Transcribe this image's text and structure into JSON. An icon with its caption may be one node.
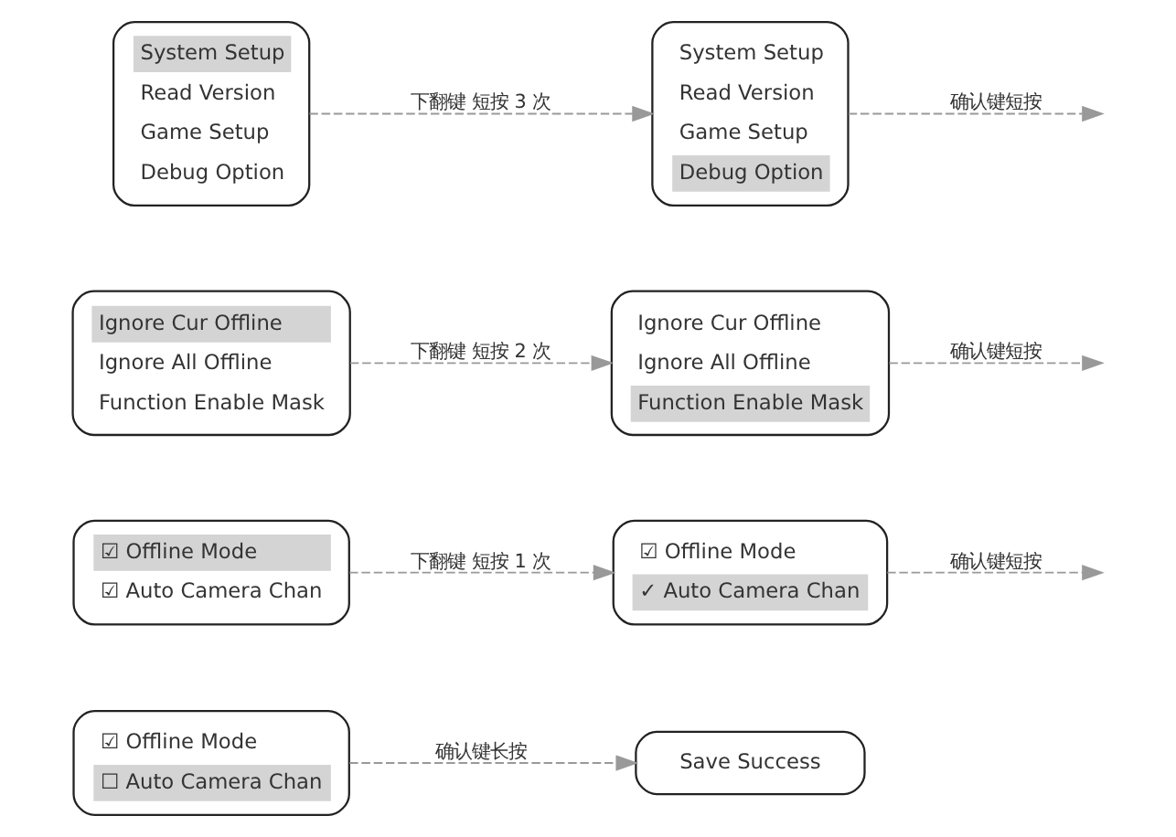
{
  "diagram": {
    "nodes": [
      {
        "text": [
          "System Setup",
          "Read Version",
          "Game Setup",
          "Debug Option"
        ]
      },
      {
        "text": [
          "System Setup",
          "Read Version",
          "Game Setup",
          "Debug Option"
        ]
      },
      {
        "text": [
          "Ignore Cur Offline",
          "Ignore All Offline",
          "Function Enable Mask"
        ]
      },
      {
        "text": [
          "Ignore Cur Offline",
          "Ignore All Offline",
          "Function Enable Mask"
        ]
      },
      {
        "text": [
          "☑ Offline Mode",
          "☑ Auto Camera Chan"
        ]
      },
      {
        "text": [
          "☑ Offline Mode",
          "✓ Auto Camera Chan"
        ]
      },
      {
        "text": [
          "☑ Offline Mode",
          "☐ Auto Camera Chan"
        ]
      },
      {
        "text": [
          "Save Success"
        ]
      }
    ],
    "edges": [
      {
        "from": 0,
        "to": 1,
        "arrow": "to",
        "label": "下翻键 短按 3 次",
        "style": "dashed"
      },
      {
        "from": 1,
        "to": null,
        "arrow": "to",
        "label": "确认键短按",
        "style": "dashed"
      },
      {
        "from": 2,
        "to": 3,
        "arrow": "to",
        "label": "下翻键 短按 2 次",
        "style": "dashed"
      },
      {
        "from": 3,
        "to": null,
        "arrow": "to",
        "label": "确认键短按",
        "style": "dashed"
      },
      {
        "from": 4,
        "to": 5,
        "arrow": "to",
        "label": "下翻键 短按 1 次",
        "style": "dashed"
      },
      {
        "from": 5,
        "to": null,
        "arrow": "to",
        "label": "确认键短按",
        "style": "dashed"
      },
      {
        "from": 6,
        "to": 7,
        "arrow": "to",
        "label": "确认键长按",
        "style": "dashed"
      }
    ]
  }
}
